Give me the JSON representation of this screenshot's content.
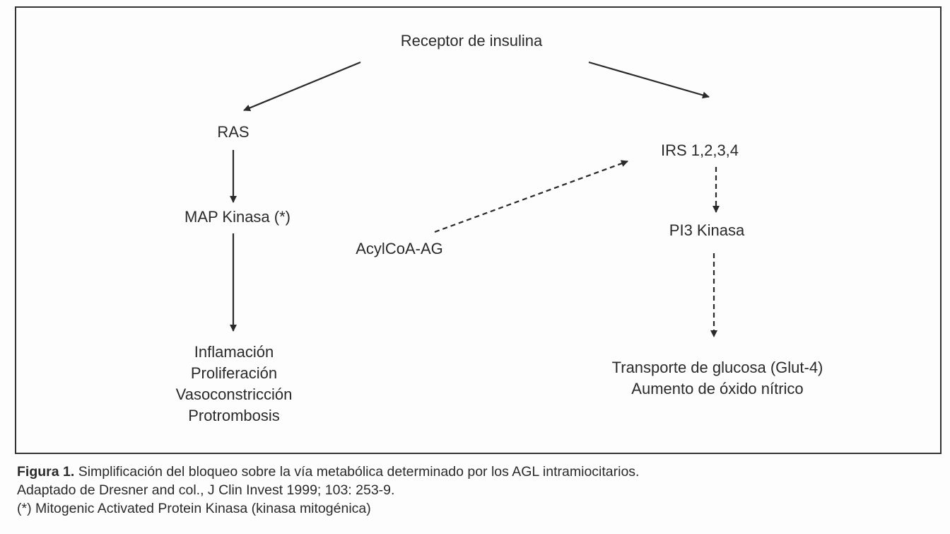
{
  "nodes": {
    "receptor": "Receptor de insulina",
    "ras": "RAS",
    "map_kinasa": "MAP Kinasa (*)",
    "irs": "IRS 1,2,3,4",
    "pi3": "PI3 Kinasa",
    "acylcoa": "AcylCoA-AG",
    "left_outcomes": [
      "Inflamación",
      "Proliferación",
      "Vasoconstricción",
      "Protrombosis"
    ],
    "right_outcomes": [
      "Transporte de glucosa (Glut-4)",
      "Aumento de óxido nítrico"
    ]
  },
  "caption": {
    "label": "Figura 1.",
    "text": " Simplificación del bloqueo sobre la vía metabólica determinado por los AGL intramiocitarios.",
    "line2": "Adaptado de Dresner and col., J Clin Invest 1999; 103: 253-9.",
    "line3": "(*) Mitogenic Activated Protein Kinasa (kinasa mitogénica)"
  }
}
